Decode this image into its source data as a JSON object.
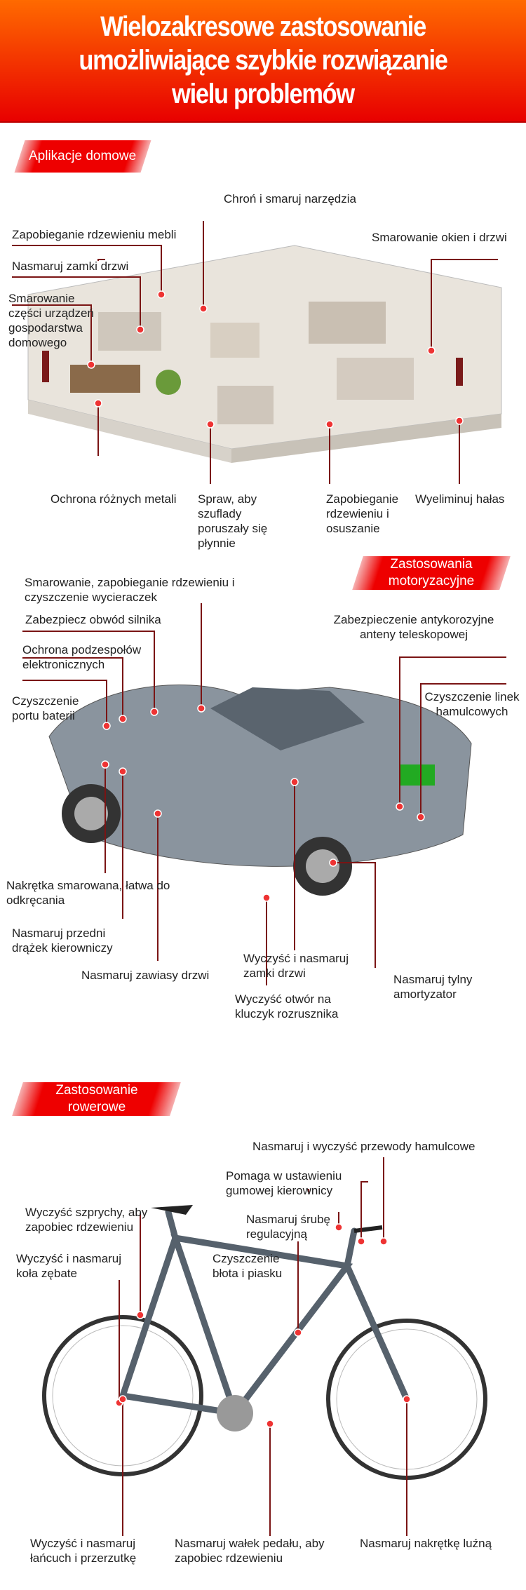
{
  "header": {
    "title_lines": [
      "Wielozakresowe zastosowanie",
      "umożliwiające szybkie rozwiązanie",
      "wielu problemów"
    ]
  },
  "home": {
    "badge": "Aplikacje domowe",
    "labels": [
      "Chroń i smaruj narzędzia",
      "Zapobieganie rdzewieniu mebli",
      "Smarowanie okien i drzwi",
      "Nasmaruj zamki drzwi",
      "Smarowanie części urządzeń gospodarstwa domowego",
      "Ochrona różnych metali",
      "Spraw, aby szuflady poruszały się płynnie",
      "Zapobieganie rdzewieniu i osuszanie",
      "Wyeliminuj hałas"
    ]
  },
  "car": {
    "badge": "Zastosowania motoryzacyjne",
    "labels": [
      "Smarowanie, zapobieganie rdzewieniu i czyszczenie wycieraczek",
      "Zabezpiecz obwód silnika",
      "Ochrona podzespołów elektronicznych",
      "Czyszczenie portu baterii",
      "Zabezpieczenie antykorozyjne anteny teleskopowej",
      "Czyszczenie linek hamulcowych",
      "Nakrętka smarowana, łatwa do odkręcania",
      "Nasmaruj przedni drążek kierowniczy",
      "Nasmaruj zawiasy drzwi",
      "Wyczyść i nasmaruj zamki drzwi",
      "Wyczyść otwór na kluczyk rozrusznika",
      "Nasmaruj tylny amortyzator"
    ]
  },
  "bike": {
    "badge": "Zastosowanie rowerowe",
    "labels": [
      "Nasmaruj i wyczyść przewody hamulcowe",
      "Pomaga w ustawieniu gumowej kierownicy",
      "Wyczyść szprychy, aby zapobiec rdzewieniu",
      "Nasmaruj śrubę regulacyjną",
      "Wyczyść i nasmaruj koła zębate",
      "Czyszczenie błota i piasku",
      "Wyczyść i nasmaruj łańcuch i przerzutkę",
      "Nasmaruj wałek pedału, aby zapobiec rdzewieniu",
      "Nasmaruj nakrętkę luźną"
    ]
  }
}
